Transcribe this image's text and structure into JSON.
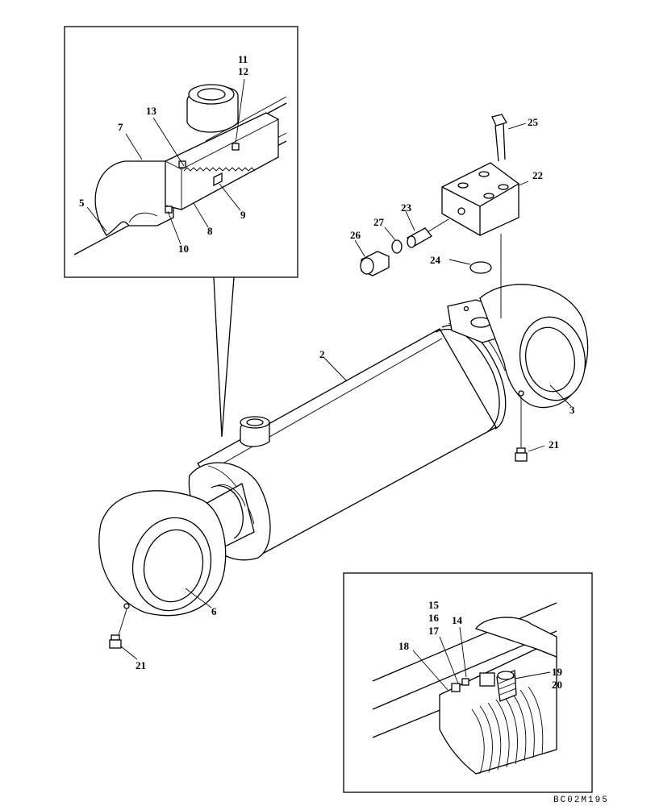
{
  "drawing_code": "BC02M195",
  "callouts": {
    "c2": "2",
    "c3": "3",
    "c5": "5",
    "c6": "6",
    "c7": "7",
    "c8": "8",
    "c9": "9",
    "c10": "10",
    "c11": "11",
    "c12": "12",
    "c13": "13",
    "c14": "14",
    "c15": "15",
    "c16": "16",
    "c17": "17",
    "c18": "18",
    "c19": "19",
    "c20": "20",
    "c21a": "21",
    "c21b": "21",
    "c22": "22",
    "c23": "23",
    "c24": "24",
    "c25": "25",
    "c26": "26",
    "c27": "27"
  }
}
